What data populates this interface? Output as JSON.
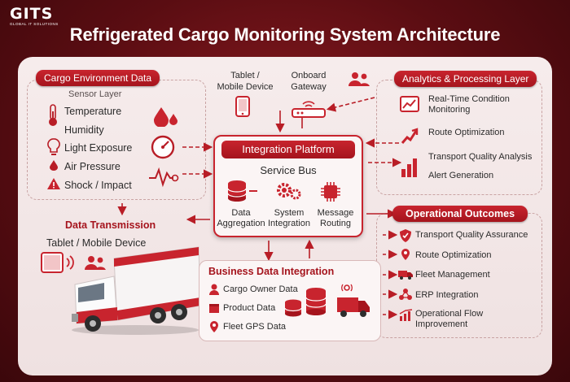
{
  "brand": {
    "logo": "GITS",
    "tagline": "GLOBAL IT SOLUTIONS"
  },
  "title": "Refrigerated Cargo Monitoring System Architecture",
  "cargo_env": {
    "header": "Cargo Environment Data",
    "sensor_layer": "Sensor Layer",
    "items": [
      "Temperature",
      "Humidity",
      "Light Exposure",
      "Air Pressure",
      "Shock / Impact"
    ]
  },
  "devices": {
    "tablet": "Tablet /\nMobile Device",
    "gateway": "Onboard\nGateway"
  },
  "analytics": {
    "header": "Analytics & Processing Layer",
    "items": [
      "Real-Time Condition\nMonitoring",
      "Route Optimization",
      "Transport Quality Analysis",
      "Alert Generation"
    ]
  },
  "integration": {
    "header": "Integration Platform",
    "bus": "Service Bus",
    "modules": [
      "Data\nAggregation",
      "System\nIntegration",
      "Message\nRouting"
    ]
  },
  "transmission": {
    "header": "Data Transmission",
    "device": "Tablet / Mobile Device"
  },
  "business": {
    "header": "Business Data Integration",
    "items": [
      "Cargo Owner Data",
      "Product Data",
      "Fleet GPS Data"
    ]
  },
  "outcomes": {
    "header": "Operational Outcomes",
    "items": [
      "Transport Quality Assurance",
      "Route Optimization",
      "Fleet Management",
      "ERP Integration",
      "Operational Flow\nImprovement"
    ]
  },
  "colors": {
    "accent": "#c8242e",
    "dark": "#5a0d12",
    "panel": "#f6ecec"
  }
}
